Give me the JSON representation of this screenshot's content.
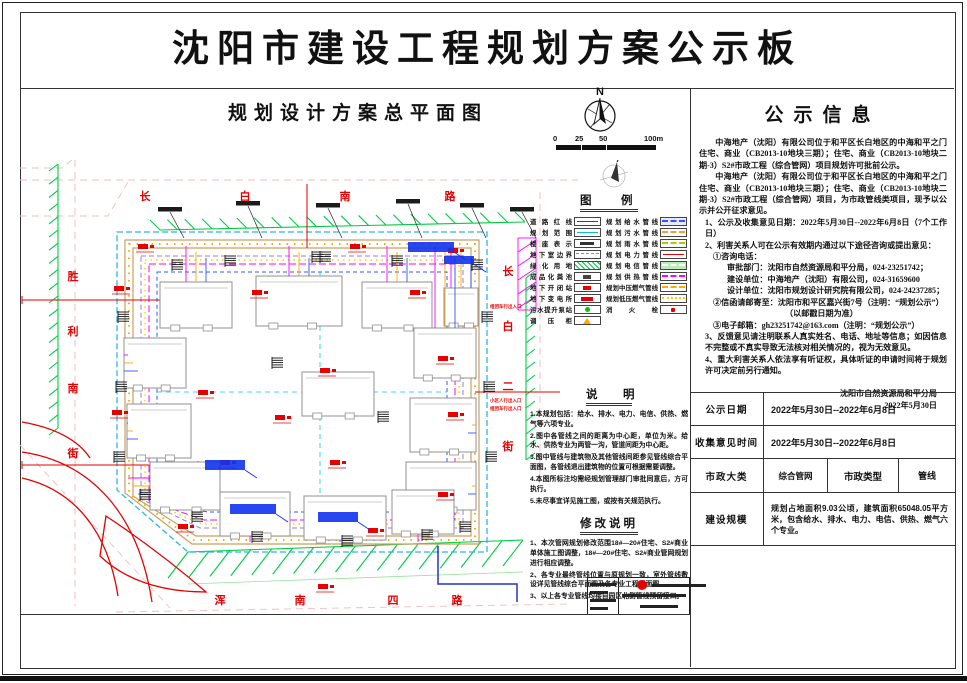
{
  "title": "沈阳市建设工程规划方案公示板",
  "left_panel": {
    "drawing_title": "规划设计方案总平面图",
    "north_label": "N",
    "scale_labels": [
      "0",
      "25",
      "50",
      "100m"
    ],
    "roads": {
      "top": "长白南路",
      "left": "胜利南街",
      "right": "长白二街",
      "bottom": "浑南四路"
    },
    "map_labels": [
      "组团车行出入口",
      "小区人行出入口",
      "组团车行出入口"
    ],
    "legend": {
      "header": "图　例",
      "left_items": [
        {
          "label": "道路红线",
          "swatch": "road-red"
        },
        {
          "label": "规划范围",
          "swatch": "extent"
        },
        {
          "label": "楼座表示",
          "swatch": "building"
        },
        {
          "label": "地下室边界",
          "swatch": "basement"
        },
        {
          "label": "绿化用地",
          "swatch": "green"
        },
        {
          "label": "成品化粪池",
          "swatch": "septic"
        },
        {
          "label": "地下开闭站",
          "swatch": "switch"
        },
        {
          "label": "地下变电所",
          "swatch": "substation"
        },
        {
          "label": "污水提升泵站",
          "swatch": "pump"
        },
        {
          "label": "调压柜",
          "swatch": "regulator"
        }
      ],
      "right_items": [
        {
          "label": "规划给水管线",
          "swatch": "water"
        },
        {
          "label": "规划污水管线",
          "swatch": "sewage"
        },
        {
          "label": "规划雨水管线",
          "swatch": "storm"
        },
        {
          "label": "规划电力管线",
          "swatch": "power"
        },
        {
          "label": "规划电信管线",
          "swatch": "telecom"
        },
        {
          "label": "规划供热管线",
          "swatch": "heating"
        },
        {
          "label": "规划中压燃气管线",
          "swatch": "gas-mid"
        },
        {
          "label": "规划低压燃气管线",
          "swatch": "gas-low"
        },
        {
          "label": "消火栓",
          "swatch": "hydrant"
        }
      ]
    },
    "notes": {
      "header": "说　明",
      "items": [
        "1.本规划包括：给水、排水、电力、电信、供热、燃气等六项专业。",
        "2.图中各管线之间的距离为中心距，单位为米。给水、供热专业为两管一沟，管道间距为中心距。",
        "3.图中管线与建筑物及其他管线间距参见管线综合平面图，各管线退出建筑物的位置可根据需要调整。",
        "4.本图所标注均需经规划管理部门审批同意后，方可执行。",
        "5.未尽事宜详见施工图，或按有关规范执行。"
      ]
    },
    "revision_notes": {
      "header": "修改说明",
      "items": [
        "1、本次管网规划修改范围18#—20#住宅、S2#商业单体施工图调整，18#—20#住宅、S2#商业管网规划进行相应调整。",
        "2、各专业最终管线位置与原规划一致，室外管线敷设详见管线综合平面图及各专业工程平面图。",
        "3、以上各专业管线均接自园区北侧管线预留接口。"
      ]
    }
  },
  "right_panel": {
    "header": "公示信息",
    "lines": [
      {
        "c": "ind",
        "t": "中海地产（沈阳）有限公司位于和平区长白地区的中海和平之门住宅、商业（CB2013-10地块三期）；住宅、商业（CB2013-10地块二期-3）S2#市政工程（综合管网）项目规划许可批前公示。"
      },
      {
        "c": "ind",
        "t": "中海地产（沈阳）有限公司位于和平区长白地区的中海和平之门住宅、商业（CB2013-10地块三期）；住宅、商业（CB2013-10地块二期-3）S2#市政工程（综合管网）项目，为市政管线类项目，现予以公示并公开征求意见。"
      },
      {
        "c": "l1",
        "t": "1、公示及收集意见日期：2022年5月30日--2022年6月8日（7个工作日）"
      },
      {
        "c": "l1",
        "t": "2、利害关系人可在公示有效期内通过以下途径咨询或提出意见："
      },
      {
        "c": "l2",
        "t": "①咨询电话："
      },
      {
        "c": "l3",
        "t": "审批部门：沈阳市自然资源局和平分局，024-23251742；"
      },
      {
        "c": "l3",
        "t": "建设单位：中海地产（沈阳）有限公司，024-31659600"
      },
      {
        "c": "l3",
        "t": "设计单位：沈阳市规划设计研究院有限公司，024-24237285；"
      },
      {
        "c": "l2",
        "t": "②信函请邮寄至：沈阳市和平区嘉兴街7号（注明：“规划公示”）"
      },
      {
        "c": "l4",
        "t": "（以邮戳日期为准）"
      },
      {
        "c": "l2",
        "t": "③电子邮箱：gh23251742@163.com（注明：“规划公示”）"
      },
      {
        "c": "hang",
        "t": "3、反馈意见请注明联系人真实姓名、电话、地址等信息；如因信息不完整或不真实导致无法核对相关情况的，视为无效意见。"
      },
      {
        "c": "hang",
        "t": "4、重大利害关系人依法享有听证权，具体听证的申请时间将于规划许可决定前另行通知。"
      }
    ],
    "signature": [
      "沈阳市自然资源局和平分局",
      "2022年5月30日"
    ],
    "table": {
      "r1_label": "公示日期",
      "r1_value": "2022年5月30日--2022年6月8日",
      "r2_label": "收集意见时间",
      "r2_value": "2022年5月30日--2022年6月8日",
      "r3_label": "市政大类",
      "r3_value": "综合管网",
      "r3_label2": "市政类型",
      "r3_value2": "管线",
      "r4_label": "建设规模",
      "r4_value": "规划占地面积9.03公顷，建筑面积65048.05平方米，包含给水、排水、电力、电信、供热、燃气六个专业。"
    }
  },
  "colors": {
    "road_name_red": "#e60000",
    "heating_magenta": "#ff00ff",
    "gas_orange": "#ffaa00",
    "water_blue": "#3355ff",
    "extent_cyan": "#2bb8e6",
    "green_space": "#00cc44",
    "road_tan": "#c9a063",
    "basement_purple": "#9a7fe0"
  }
}
